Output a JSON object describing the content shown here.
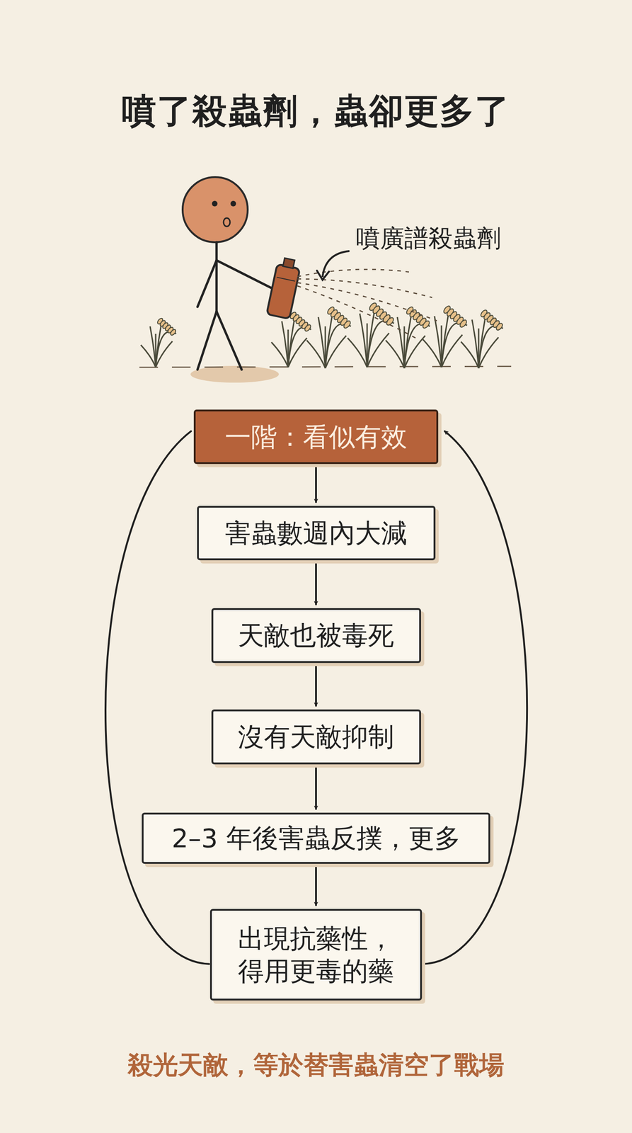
{
  "diagram": {
    "title": "噴了殺蟲劑，蟲卻更多了",
    "caption": "殺光天敵，等於替害蟲清空了戰場",
    "nodes": [
      {
        "text": [
          "一階：看似有效"
        ]
      },
      {
        "text": [
          "害蟲數週內大減"
        ]
      },
      {
        "text": [
          "天敵也被毒死"
        ]
      },
      {
        "text": [
          "沒有天敵抑制"
        ]
      },
      {
        "text": [
          "2–3 年後害蟲反撲，更多"
        ]
      },
      {
        "text": [
          "出現抗藥性， 得用更毒的藥"
        ]
      }
    ],
    "edges": [
      {
        "from": 0,
        "to": 1,
        "arrow": "to"
      },
      {
        "from": 1,
        "to": 2,
        "arrow": "to"
      },
      {
        "from": 2,
        "to": 3,
        "arrow": "to"
      },
      {
        "from": 3,
        "to": 4,
        "arrow": "to"
      },
      {
        "from": 4,
        "to": 5,
        "arrow": "to"
      },
      {
        "from": 5,
        "to": 0,
        "arrow": "none"
      },
      {
        "from": 5,
        "to": 0,
        "arrow": "to"
      }
    ],
    "labels": [
      "噴廣譜殺蟲劑"
    ]
  }
}
